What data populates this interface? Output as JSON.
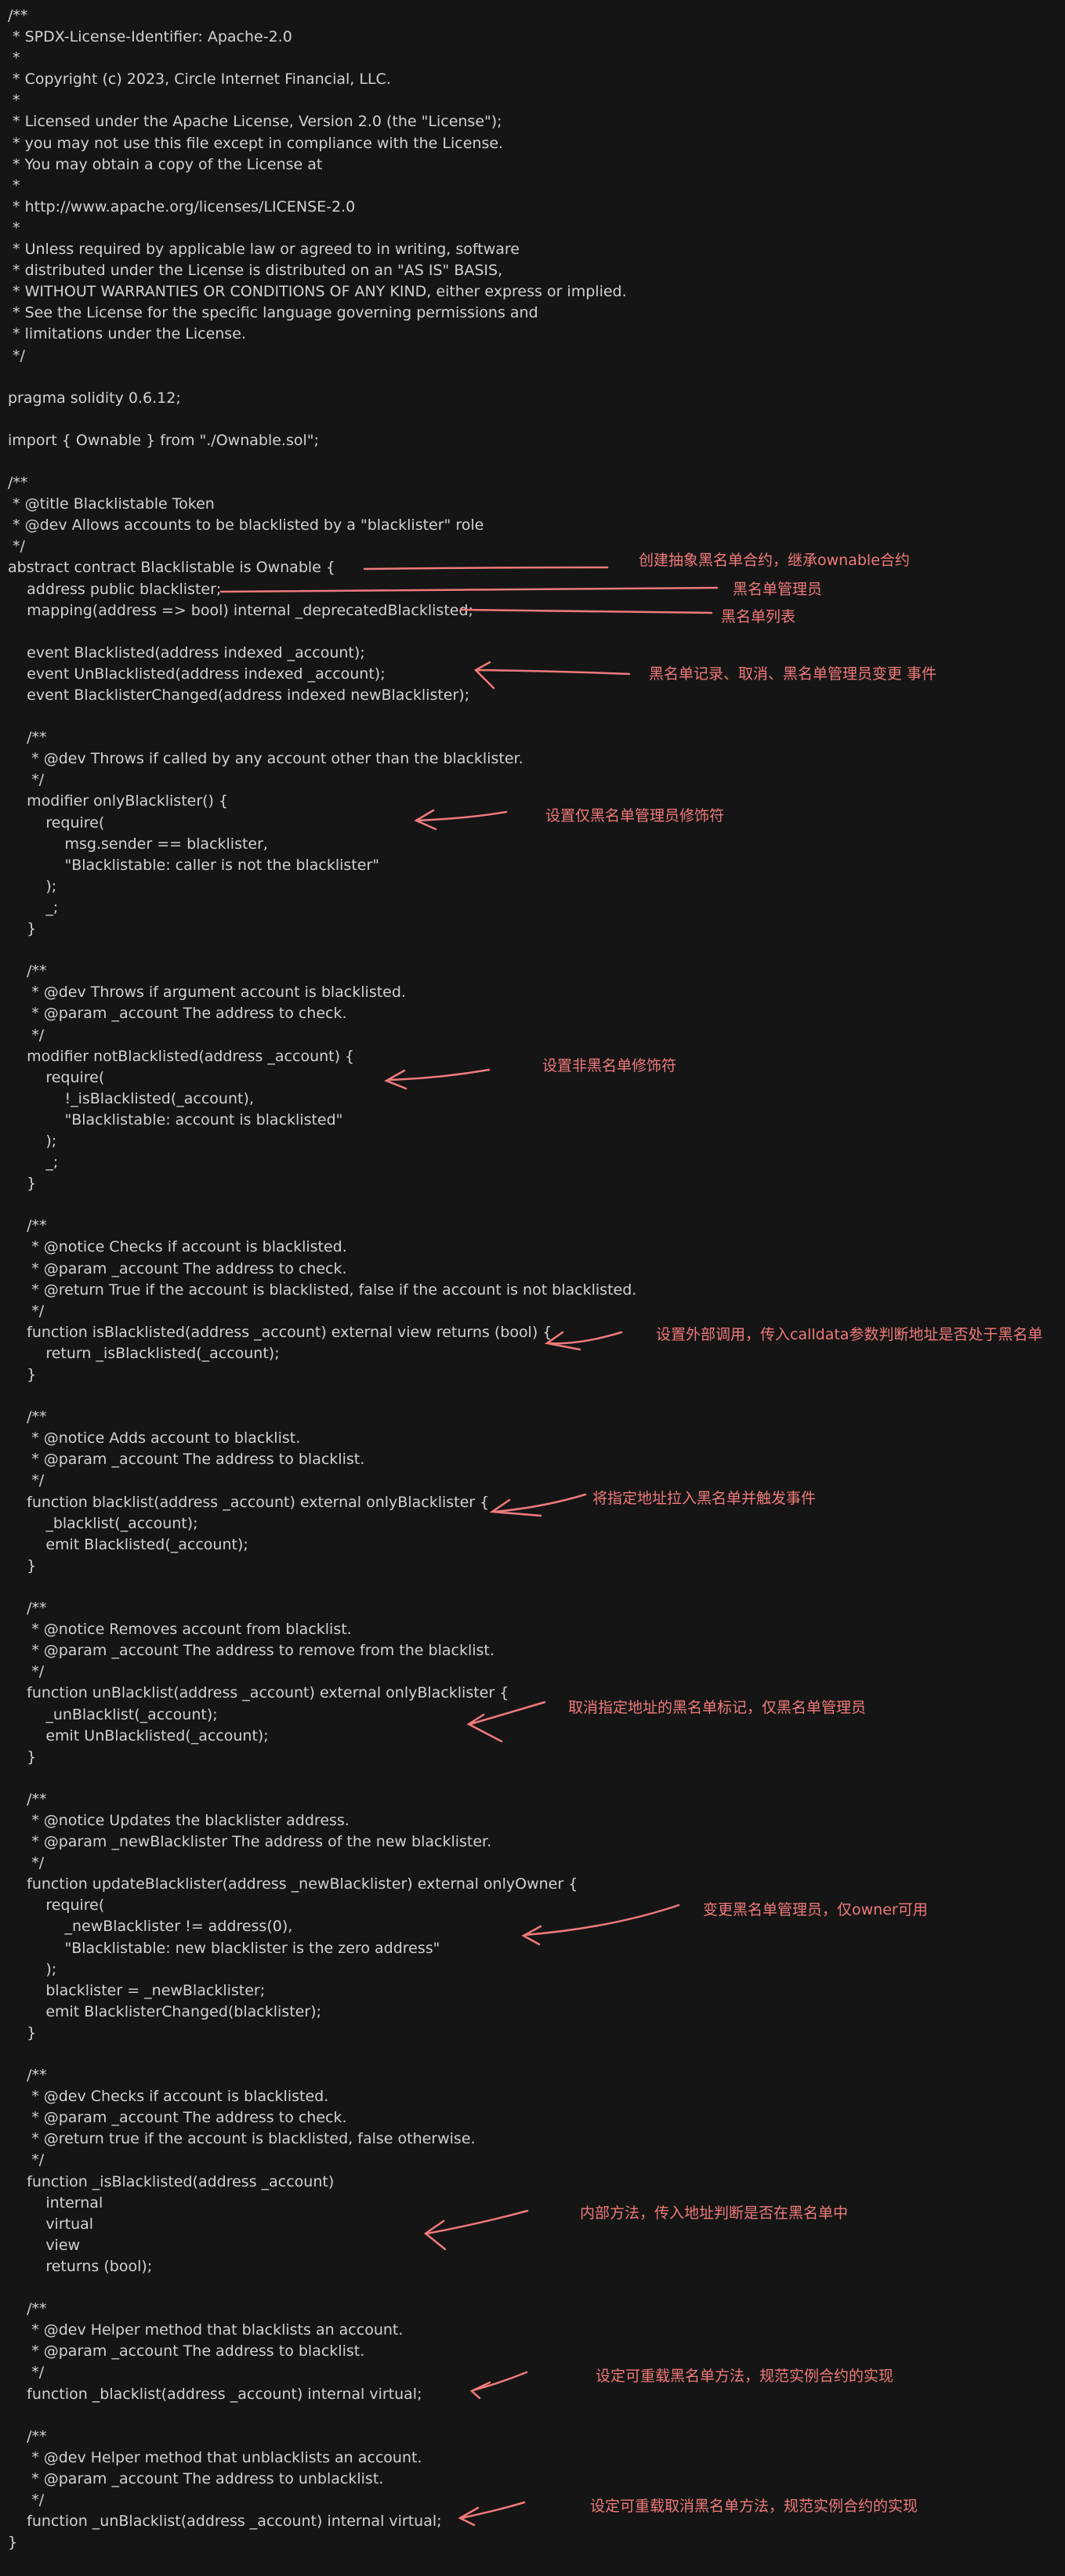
{
  "code_lines": [
    "/**",
    " * SPDX-License-Identifier: Apache-2.0",
    " *",
    " * Copyright (c) 2023, Circle Internet Financial, LLC.",
    " *",
    " * Licensed under the Apache License, Version 2.0 (the \"License\");",
    " * you may not use this file except in compliance with the License.",
    " * You may obtain a copy of the License at",
    " *",
    " * http://www.apache.org/licenses/LICENSE-2.0",
    " *",
    " * Unless required by applicable law or agreed to in writing, software",
    " * distributed under the License is distributed on an \"AS IS\" BASIS,",
    " * WITHOUT WARRANTIES OR CONDITIONS OF ANY KIND, either express or implied.",
    " * See the License for the specific language governing permissions and",
    " * limitations under the License.",
    " */",
    "",
    "pragma solidity 0.6.12;",
    "",
    "import { Ownable } from \"./Ownable.sol\";",
    "",
    "/**",
    " * @title Blacklistable Token",
    " * @dev Allows accounts to be blacklisted by a \"blacklister\" role",
    " */",
    "abstract contract Blacklistable is Ownable {",
    "    address public blacklister;",
    "    mapping(address => bool) internal _deprecatedBlacklisted;",
    "",
    "    event Blacklisted(address indexed _account);",
    "    event UnBlacklisted(address indexed _account);",
    "    event BlacklisterChanged(address indexed newBlacklister);",
    "",
    "    /**",
    "     * @dev Throws if called by any account other than the blacklister.",
    "     */",
    "    modifier onlyBlacklister() {",
    "        require(",
    "            msg.sender == blacklister,",
    "            \"Blacklistable: caller is not the blacklister\"",
    "        );",
    "        _;",
    "    }",
    "",
    "    /**",
    "     * @dev Throws if argument account is blacklisted.",
    "     * @param _account The address to check.",
    "     */",
    "    modifier notBlacklisted(address _account) {",
    "        require(",
    "            !_isBlacklisted(_account),",
    "            \"Blacklistable: account is blacklisted\"",
    "        );",
    "        _;",
    "    }",
    "",
    "    /**",
    "     * @notice Checks if account is blacklisted.",
    "     * @param _account The address to check.",
    "     * @return True if the account is blacklisted, false if the account is not blacklisted.",
    "     */",
    "    function isBlacklisted(address _account) external view returns (bool) {",
    "        return _isBlacklisted(_account);",
    "    }",
    "",
    "    /**",
    "     * @notice Adds account to blacklist.",
    "     * @param _account The address to blacklist.",
    "     */",
    "    function blacklist(address _account) external onlyBlacklister {",
    "        _blacklist(_account);",
    "        emit Blacklisted(_account);",
    "    }",
    "",
    "    /**",
    "     * @notice Removes account from blacklist.",
    "     * @param _account The address to remove from the blacklist.",
    "     */",
    "    function unBlacklist(address _account) external onlyBlacklister {",
    "        _unBlacklist(_account);",
    "        emit UnBlacklisted(_account);",
    "    }",
    "",
    "    /**",
    "     * @notice Updates the blacklister address.",
    "     * @param _newBlacklister The address of the new blacklister.",
    "     */",
    "    function updateBlacklister(address _newBlacklister) external onlyOwner {",
    "        require(",
    "            _newBlacklister != address(0),",
    "            \"Blacklistable: new blacklister is the zero address\"",
    "        );",
    "        blacklister = _newBlacklister;",
    "        emit BlacklisterChanged(blacklister);",
    "    }",
    "",
    "    /**",
    "     * @dev Checks if account is blacklisted.",
    "     * @param _account The address to check.",
    "     * @return true if the account is blacklisted, false otherwise.",
    "     */",
    "    function _isBlacklisted(address _account)",
    "        internal",
    "        virtual",
    "        view",
    "        returns (bool);",
    "",
    "    /**",
    "     * @dev Helper method that blacklists an account.",
    "     * @param _account The address to blacklist.",
    "     */",
    "    function _blacklist(address _account) internal virtual;",
    "",
    "    /**",
    "     * @dev Helper method that unblacklists an account.",
    "     * @param _account The address to unblacklist.",
    "     */",
    "    function _unBlacklist(address _account) internal virtual;",
    "}"
  ],
  "annotations": {
    "abstract_contract": "创建抽象黑名单合约，继承ownable合约",
    "blacklister_admin": "黑名单管理员",
    "blacklist_mapping": "黑名单列表",
    "events": "黑名单记录、取消、黑名单管理员变更 事件",
    "only_blacklister": "设置仅黑名单管理员修饰符",
    "not_blacklisted": "设置非黑名单修饰符",
    "is_blacklisted": "设置外部调用，传入calldata参数判断地址是否处于黑名单",
    "blacklist_fn": "将指定地址拉入黑名单并触发事件",
    "unblacklist_fn": "取消指定地址的黑名单标记，仅黑名单管理员",
    "update_blacklister": "变更黑名单管理员，仅owner可用",
    "internal_is_blacklisted": "内部方法，传入地址判断是否在黑名单中",
    "internal_blacklist": "设定可重载黑名单方法，规范实例合约的实现",
    "internal_unblacklist": "设定可重载取消黑名单方法，规范实例合约的实现"
  },
  "colors": {
    "background": "#151515",
    "code_text": "#d2d2d2",
    "annotation": "#f07a7a"
  }
}
